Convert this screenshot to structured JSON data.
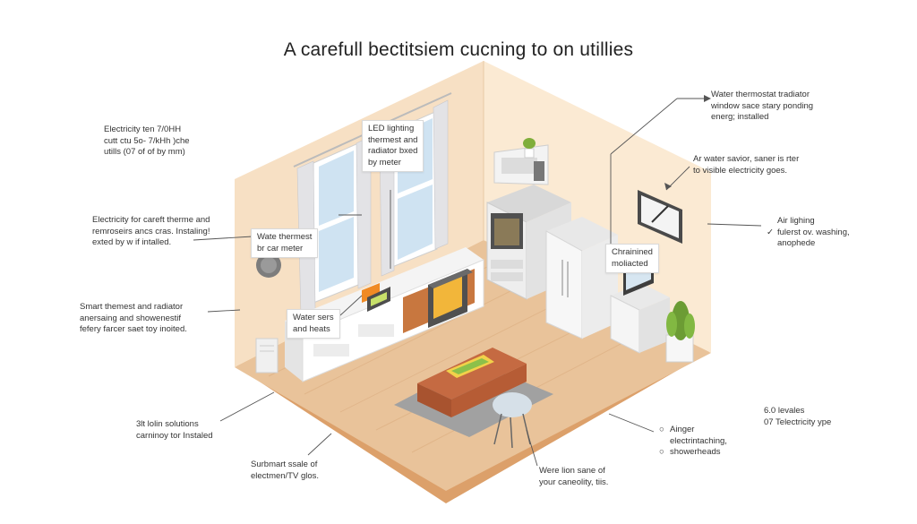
{
  "title": "A carefull bectitsiem cucning to on utillies",
  "colors": {
    "wall_left": "#f7e0c4",
    "wall_right": "#fbead3",
    "floor": "#e9c39a",
    "floor_edge": "#dca06a",
    "accent_orange": "#f08a24",
    "line": "#555555"
  },
  "annotations_left": [
    {
      "lines": [
        "Electricity ten 7/0HH",
        "cutt ctu 5o- 7/kHh )che",
        "utills (07 of of by mm)"
      ]
    },
    {
      "lines": [
        "Electricity for careft therme and",
        "remroseirs ancs cras. Instaling!",
        "exted by w if intalled."
      ]
    },
    {
      "lines": [
        "Smart themest and radiator",
        "anersaing and showenestif",
        "fefery farcer saet toy inoited."
      ]
    },
    {
      "lines": [
        "3lt lolin solutions",
        "carninoy tor Instaled"
      ]
    },
    {
      "lines": [
        "Surbmart ssale of",
        "electmen/TV glos."
      ]
    }
  ],
  "annotations_right": [
    {
      "lines": [
        "Water thermostat tradiator",
        "window sace stary ponding",
        "energ; installed"
      ]
    },
    {
      "lines": [
        "Ar water savior, saner is rter",
        "to visible electricity goes."
      ]
    },
    {
      "lines": [
        "Air lighing",
        "fulerst ov. washing,",
        "anophede"
      ],
      "marker": "✓"
    },
    {
      "lines": [
        "6.0  levales",
        "07  Telectricity ype"
      ]
    },
    {
      "lines": [
        "Ainger",
        "electrintaching,",
        "showerheads"
      ],
      "markers": [
        "○",
        "",
        "○"
      ]
    },
    {
      "lines": [
        "Were lion sane of",
        "your caneolity, tiis."
      ]
    }
  ],
  "callouts": [
    {
      "lines": [
        "LED lighting",
        "thermest and",
        "radiator bxed",
        "by meter"
      ]
    },
    {
      "lines": [
        "Wate thermest",
        "br car meter"
      ]
    },
    {
      "lines": [
        "Water sers",
        "and heats"
      ]
    },
    {
      "lines": [
        "Chrainined",
        "moliacted"
      ]
    }
  ]
}
